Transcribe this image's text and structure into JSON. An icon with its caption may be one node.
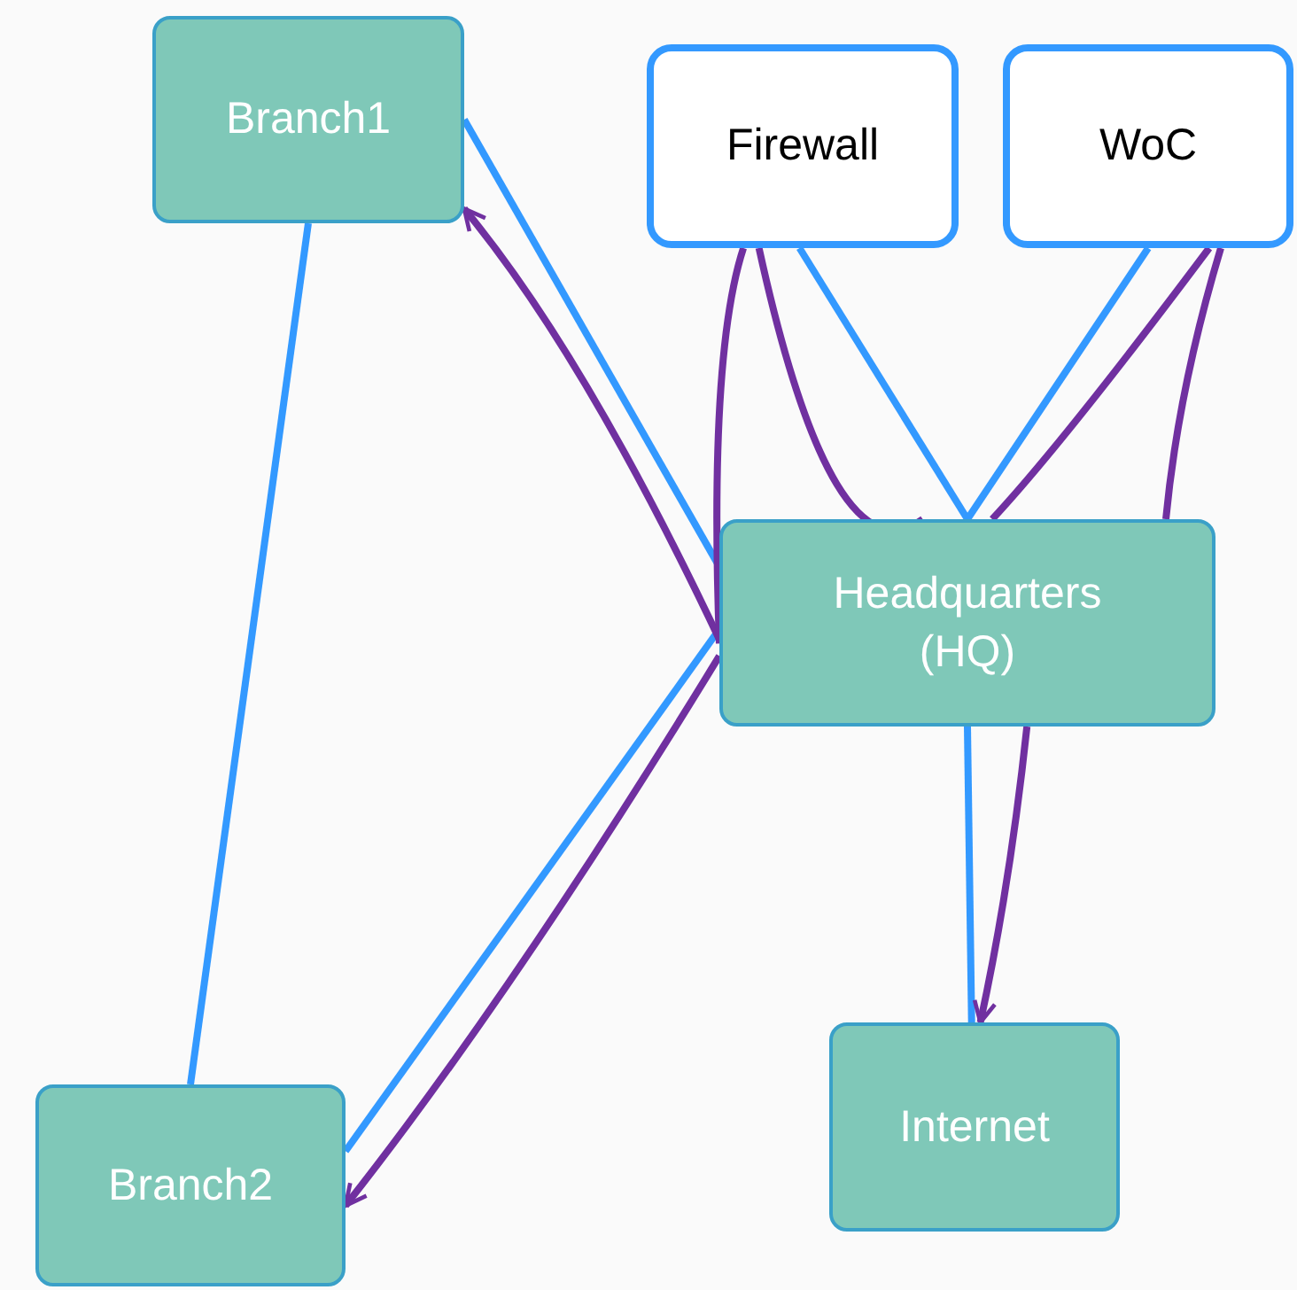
{
  "diagram": {
    "nodes": [
      {
        "text": [
          "Branch1"
        ]
      },
      {
        "text": [
          "Firewall"
        ]
      },
      {
        "text": [
          "WoC"
        ]
      },
      {
        "text": [
          "Headquarters (HQ)"
        ]
      },
      {
        "text": [
          "Branch2"
        ]
      },
      {
        "text": [
          "Internet"
        ]
      }
    ],
    "edges": [
      {
        "from": 0,
        "to": 4,
        "arrow": "none",
        "color": "#3399ff"
      },
      {
        "from": 0,
        "to": 3,
        "arrow": "none",
        "color": "#3399ff"
      },
      {
        "from": 1,
        "to": 3,
        "arrow": "none",
        "color": "#3399ff"
      },
      {
        "from": 2,
        "to": 3,
        "arrow": "none",
        "color": "#3399ff"
      },
      {
        "from": 3,
        "to": 5,
        "arrow": "none",
        "color": "#3399ff"
      },
      {
        "from": 3,
        "to": 4,
        "arrow": "none",
        "color": "#3399ff"
      },
      {
        "from": 3,
        "to": 0,
        "arrow": "to"
      },
      {
        "from": 3,
        "to": 1,
        "arrow": "none"
      },
      {
        "from": 1,
        "to": 3,
        "arrow": "none"
      },
      {
        "from": 3,
        "to": 2,
        "arrow": "none"
      },
      {
        "from": 2,
        "to": 3,
        "arrow": "none"
      },
      {
        "from": 3,
        "to": 4,
        "arrow": "to"
      },
      {
        "from": 3,
        "to": 5,
        "arrow": "to"
      }
    ]
  }
}
